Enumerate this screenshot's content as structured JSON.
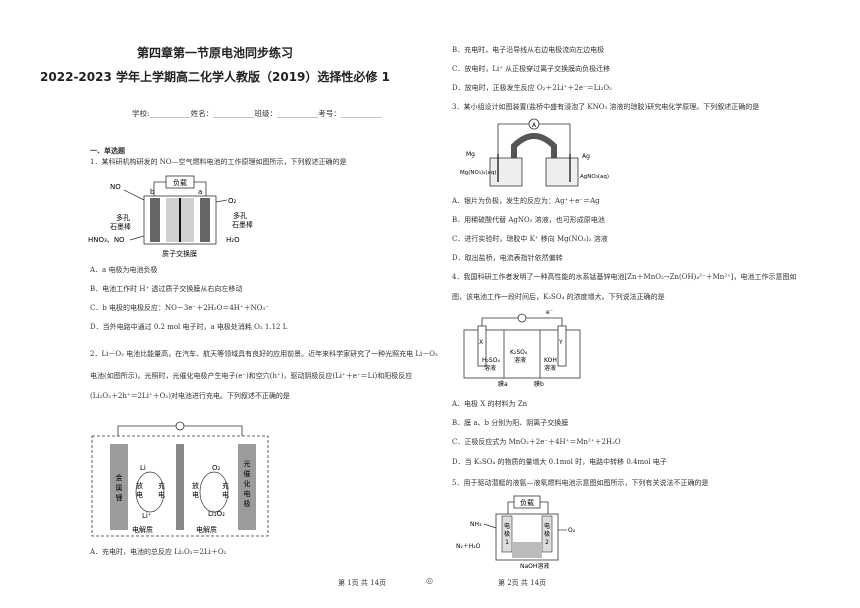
{
  "header": {
    "title": "第四章第一节原电池同步练习",
    "subtitle": "2022-2023 学年上学期高二化学人教版（2019）选择性必修 1",
    "info_line": "学校:___________姓名：___________班级：___________考号：___________"
  },
  "left": {
    "section": "一、单选题",
    "q1": {
      "stem": "1．某科研机构研发的 NO—空气燃料电池的工作原理如图所示，下列叙述正确的是",
      "A": "A．a 电极为电池负极",
      "B": "B．电池工作时 H⁺ 透过质子交换膜从右向左移动",
      "C": "C．b 电极的电极反应：NO－3e⁻＋2H₂O＝4H⁺＋NO₃⁻",
      "D": "D．当外电路中通过 0.2 mol 电子时，a 电极处消耗 O₂ 1.12 L",
      "fig": {
        "load": "负载",
        "no_in": "NO",
        "b": "b",
        "a": "a",
        "o2": "O₂",
        "left_el_1": "多孔",
        "left_el_2": "石墨棒",
        "right_el_1": "多孔",
        "right_el_2": "石墨棒",
        "hno3": "HNO₃、NO",
        "h2o": "H₂O",
        "membrane": "质子交换膜"
      }
    },
    "q2": {
      "line1": "2．Li－O₂ 电池比能量高，在汽车、航天等领域具有良好的应用前景。近年来科学家研究了一种光照充电 Li－O₂",
      "line2": "电池(如图所示)。光照时，光催化电极产生电子(e⁻)和空穴(h⁺)，驱动阴极反应(Li⁺＋e⁻＝Li)和阳极反应",
      "line3": "(Li₂O₂＋2h⁺＝2Li⁺＋O₂)对电池进行充电。下列叙述不正确的是",
      "A": "A．充电时，电池的总反应 Li₂O₂＝2Li＋O₂",
      "fig": {
        "metal_li": [
          "金",
          "属",
          "锂"
        ],
        "li": "Li",
        "discharge": [
          "放",
          "电"
        ],
        "charge": [
          "充",
          "电"
        ],
        "li_plus": "Li⁺",
        "electrolyte": "电解质",
        "o2": "O₂",
        "li2o2": "Li₂O₂",
        "photo": [
          "光",
          "催",
          "化",
          "电",
          "极"
        ]
      }
    },
    "footer": "第 1页  共 14页"
  },
  "right": {
    "q2_cont": {
      "B": "B．充电时，电子沿导线从右边电极流向左边电极",
      "C": "C．放电时，Li⁺ 从正极穿过离子交换膜向负极迁移",
      "D": "D．放电时，正极发生反应 O₂＋2Li⁺＋2e⁻＝Li₂O₂"
    },
    "q3": {
      "stem": "3．某小组设计如图装置(盐桥中盛有浸泡了 KNO₃ 溶液的琼胶)研究电化学原理。下列叙述正确的是",
      "A": "A．银片为负极，发生的反应为：Ag⁺＋e⁻＝Ag",
      "B": "B．用稀硫酸代替 AgNO₃ 溶液，也可形成原电池",
      "C": "C．进行实验时，琼胶中 K⁺ 移向 Mg(NO₃)₂ 溶液",
      "D": "D．取出盐桥，电流表指针依然偏转",
      "fig": {
        "ammeter": "A",
        "mg": "Mg",
        "ag": "Ag",
        "left_sol": "Mg(NO₃)₂(aq)",
        "right_sol": "AgNO₃(aq)"
      }
    },
    "q4": {
      "line1": "4．我国科研工作者发明了一种高性能的水系锰基锌电池[Zn＋MnO₂→Zn(OH)₄²⁻＋Mn²⁺]，电池工作示意图如",
      "line2": "图，该电池工作一段时间后，K₂SO₄ 的浓度增大。下列说法正确的是",
      "A": "A．电极 X 的材料为 Zn",
      "B": "B．膜 a、b 分别为阳、阴离子交换膜",
      "C": "C．正极反应式为 MnO₂＋2e⁻＋4H⁺＝Mn²⁺＋2H₂O",
      "D": "D．当 K₂SO₄ 的物质的量增大 0.1mol 时，电路中转移 0.4mol 电子",
      "fig": {
        "e": "e⁻",
        "x": "X",
        "y": "Y",
        "s1a": "H₂SO₄",
        "s1b": "溶液",
        "s2a": "K₂SO₄",
        "s2b": "溶液",
        "s3a": "KOH",
        "s3b": "溶液",
        "ma": "膜a",
        "mb": "膜b"
      }
    },
    "q5": {
      "stem": "5．用于驱动潜艇的液氨—液氧燃料电池示意图如图所示，下列有关说法不正确的是",
      "fig": {
        "load": "负载",
        "nh3": "NH₃",
        "n2": "N₂＋H₂O",
        "o2": "O₂",
        "el1": [
          "电",
          "极",
          "1"
        ],
        "el2": [
          "电",
          "极",
          "2"
        ],
        "naoh": "NaOH溶液"
      }
    },
    "footer": "第 2页  共 14页"
  }
}
